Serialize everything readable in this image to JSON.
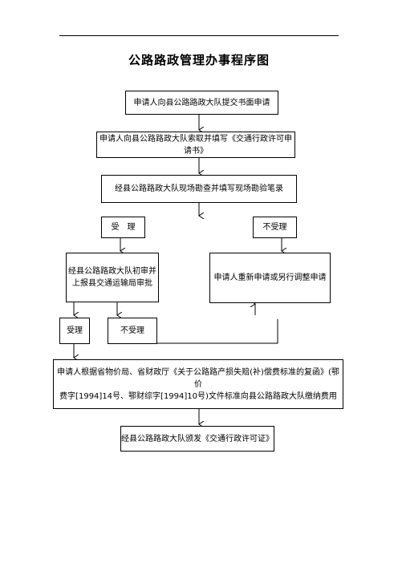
{
  "title": "公路路政管理办事程序图",
  "nodes": {
    "apply_written": "申请人向县公路路政大队提交书面申请",
    "get_form": "申请人向县公路路政大队索取并填写《交通行政许可申请书》",
    "site_survey": "经县公路路政大队现场勘查并填写现场勘验笔录",
    "accept": "受　理",
    "reject": "不受理",
    "review_line1": "经县公路路政大队初审并",
    "review_line2": "上报县交通运输局审批",
    "reapply": "申请人重新申请或另行调整申请",
    "accept2": "受理",
    "reject2": "不受理",
    "fee_line1": "申请人根据省物价局、省财政厅《关于公路路产损失赔(补)偿费标准的复函》(鄂价",
    "fee_line2": "费字[1994]14号、鄂财综字[1994]10号)文件标准向县公路路政大队缴纳费用",
    "permit": "经县公路路政大队颁发《交通行政许可证》"
  }
}
